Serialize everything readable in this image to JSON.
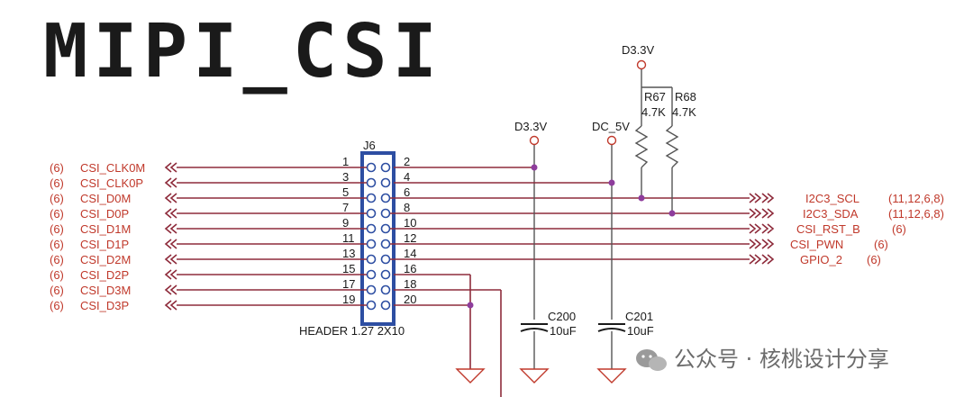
{
  "title": "MIPI_CSI",
  "connector": {
    "ref": "J6",
    "value": "HEADER 1.27 2X10",
    "odd_pins": [
      "1",
      "3",
      "5",
      "7",
      "9",
      "11",
      "13",
      "15",
      "17",
      "19"
    ],
    "even_pins": [
      "2",
      "4",
      "6",
      "8",
      "10",
      "12",
      "14",
      "16",
      "18",
      "20"
    ]
  },
  "left_nets": [
    {
      "sheet": "(6)",
      "name": "CSI_CLK0M"
    },
    {
      "sheet": "(6)",
      "name": "CSI_CLK0P"
    },
    {
      "sheet": "(6)",
      "name": "CSI_D0M"
    },
    {
      "sheet": "(6)",
      "name": "CSI_D0P"
    },
    {
      "sheet": "(6)",
      "name": "CSI_D1M"
    },
    {
      "sheet": "(6)",
      "name": "CSI_D1P"
    },
    {
      "sheet": "(6)",
      "name": "CSI_D2M"
    },
    {
      "sheet": "(6)",
      "name": "CSI_D2P"
    },
    {
      "sheet": "(6)",
      "name": "CSI_D3M"
    },
    {
      "sheet": "(6)",
      "name": "CSI_D3P"
    }
  ],
  "right_nets": [
    {
      "name": "I2C3_SCL",
      "sheet": "(11,12,6,8)"
    },
    {
      "name": "I2C3_SDA",
      "sheet": "(11,12,6,8)"
    },
    {
      "name": "CSI_RST_B",
      "sheet": "(6)"
    },
    {
      "name": "CSI_PWN",
      "sheet": "(6)"
    },
    {
      "name": "GPIO_2",
      "sheet": "(6)"
    }
  ],
  "power": {
    "d33_top": "D3.3V",
    "d33_mid": "D3.3V",
    "dc5": "DC_5V"
  },
  "resistors": [
    {
      "ref": "R67",
      "value": "4.7K"
    },
    {
      "ref": "R68",
      "value": "4.7K"
    }
  ],
  "capacitors": [
    {
      "ref": "C200",
      "value": "10uF"
    },
    {
      "ref": "C201",
      "value": "10uF"
    }
  ],
  "watermark": {
    "text": "公众号 · 核桃设计分享",
    "icon": "wechat-icon"
  }
}
